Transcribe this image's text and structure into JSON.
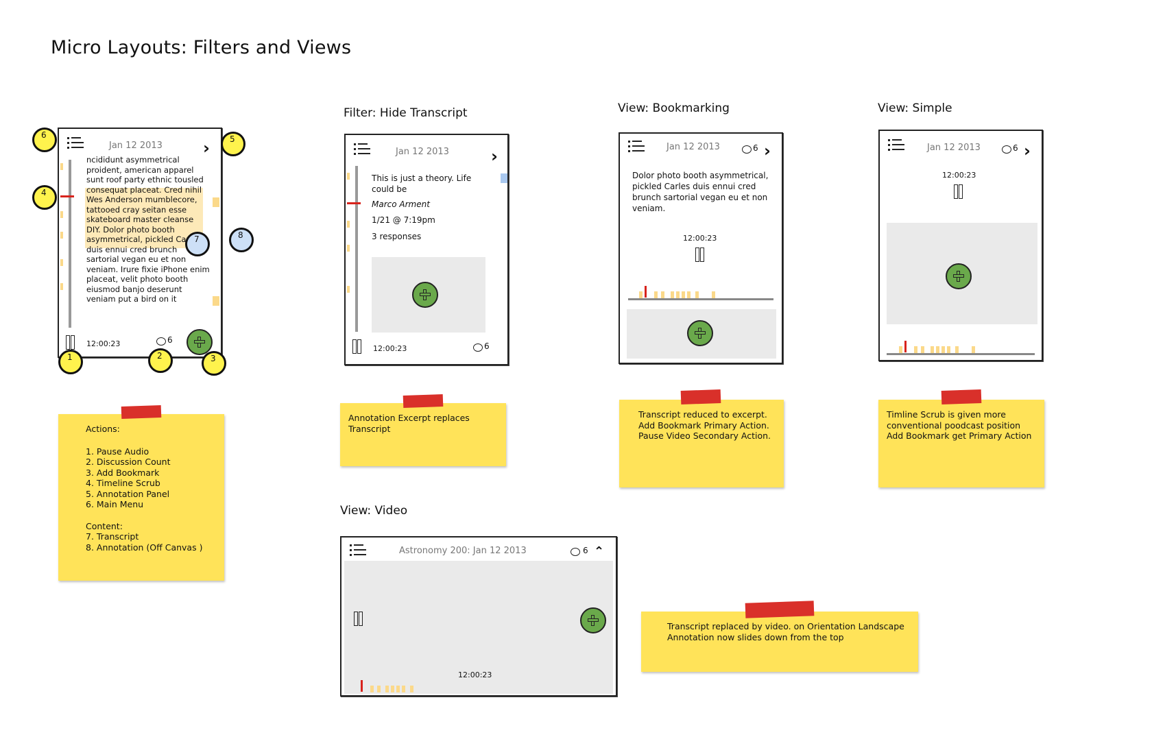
{
  "page_title": "Micro Layouts: Filters and Views",
  "views": {
    "hide_transcript": {
      "label": "Filter: Hide Transcript"
    },
    "bookmarking": {
      "label": "View: Bookmarking"
    },
    "simple": {
      "label": "View: Simple"
    },
    "video": {
      "label": "View: Video"
    }
  },
  "phone_main": {
    "date": "Jan 12 2013",
    "transcript_lines": [
      "ncididunt asymmetrical",
      "proident, american apparel",
      "sunt roof party ethnic tousled",
      "consequat placeat. Cred nihil",
      "Wes Anderson mumblecore,",
      "tattooed cray seitan esse",
      "skateboard master cleanse",
      "DIY. Dolor photo booth",
      "asymmetrical, pickled Carles",
      "duis ennui cred brunch",
      "sartorial vegan eu et non",
      "veniam. Irure fixie iPhone enim",
      "placeat, velit photo booth",
      "eiusmod banjo deserunt",
      "veniam put a bird on it"
    ],
    "time": "12:00:23",
    "comment_count": "6",
    "callouts": [
      "1",
      "2",
      "3",
      "4",
      "5",
      "6",
      "7",
      "8"
    ]
  },
  "phone_hide": {
    "date": "Jan 12 2013",
    "annotation_text": "This is just a theory. Life could be",
    "author": "Marco Arment",
    "when": "1/21 @ 7:19pm",
    "responses": "3 responses",
    "time": "12:00:23",
    "comment_count": "6"
  },
  "phone_bookmark": {
    "date": "Jan 12 2013",
    "comment_count": "6",
    "excerpt": "Dolor photo booth asymmetrical, pickled Carles duis ennui cred brunch sartorial vegan eu et non veniam.",
    "time": "12:00:23"
  },
  "phone_simple": {
    "date": "Jan 12 2013",
    "comment_count": "6",
    "time": "12:00:23"
  },
  "phone_video": {
    "title": "Astronomy 200: Jan 12 2013",
    "comment_count": "6",
    "time": "12:00:23"
  },
  "notes": {
    "actions": {
      "heading": "Actions:",
      "items": [
        "1. Pause Audio",
        "2. Discussion Count",
        "3. Add Bookmark",
        "4. Timeline Scrub",
        "5. Annotation Panel",
        "6. Main Menu"
      ],
      "content_heading": "Content:",
      "content_items": [
        "7. Transcript",
        "8. Annotation (Off Canvas )"
      ]
    },
    "hide_transcript": [
      "Annotation Excerpt replaces",
      "Transcript"
    ],
    "bookmarking": [
      "Transcript reduced to excerpt.",
      "Add Bookmark Primary Action.",
      "Pause Video Secondary Action."
    ],
    "simple": [
      "Timline Scrub is given more",
      "conventional poodcast position",
      "Add Bookmark get Primary Action"
    ],
    "video": [
      "Transcript replaced by video. on Orientation Landscape",
      "Annotation now slides down from the top"
    ]
  },
  "colors": {
    "note_yellow": "#ffe359",
    "tape_red": "#d9302a",
    "add_green": "#6aa94b",
    "callout_yellow": "#fff34d",
    "callout_blue": "#cde0f7"
  }
}
